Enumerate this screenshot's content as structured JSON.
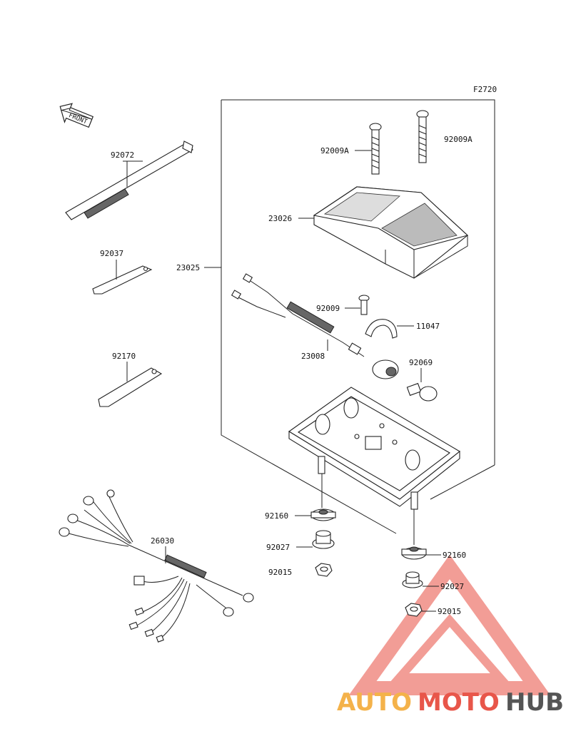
{
  "figure_code": "F2720",
  "front_arrow_label": "FRONT",
  "part_labels": {
    "p92072": "92072",
    "p92037": "92037",
    "p92170": "92170",
    "p23025": "23025",
    "p92009A_left": "92009A",
    "p92009A_right": "92009A",
    "p23026": "23026",
    "p92009": "92009",
    "p11047": "11047",
    "p23008": "23008",
    "p92069": "92069",
    "p92160_left": "92160",
    "p92027_left": "92027",
    "p92015_left": "92015",
    "p92160_right": "92160",
    "p92027_right": "92027",
    "p92015_right": "92015",
    "p26030": "26030"
  },
  "watermark": {
    "part1": "AUTO",
    "part2": "MOTO",
    "part3": "HUB",
    "colors": {
      "orange": "#f4b24a",
      "red": "#e8564a",
      "gray": "#555555",
      "triangle": "#f08c84"
    }
  }
}
